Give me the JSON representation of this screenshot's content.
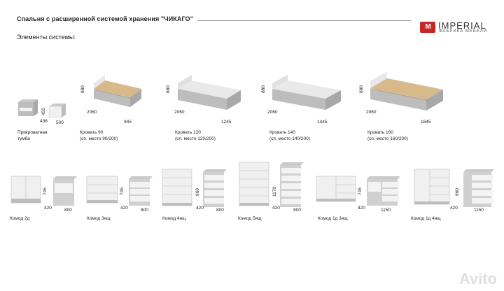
{
  "header": {
    "title": "Спальня с расширенной системой хранения \"ЧИКАГО\"",
    "subtitle": "Элементы системы:"
  },
  "logo": {
    "mark": "M",
    "name": "IMPERIAL",
    "sub": "ФАБРИКА МЕБЕЛИ"
  },
  "watermark": "Avito",
  "colors": {
    "concrete": "#b9b9b9",
    "white": "#f2f2f2",
    "wood": "#d8b98a",
    "brand": "#c62828"
  },
  "beds": [
    {
      "name": "Кровать 90",
      "place": "(сп. место 90/200)",
      "h": "880",
      "l": "2060",
      "w": "945"
    },
    {
      "name": "Кровать 120",
      "place": "(сп. место 120/200)",
      "h": "880",
      "l": "2060",
      "w": "1245"
    },
    {
      "name": "Кровать 140",
      "place": "(сп. место 140/200)",
      "h": "880",
      "l": "2060",
      "w": "1445"
    },
    {
      "name": "Кровать 160",
      "place": "(сп. место 160/200)",
      "h": "880",
      "l": "2060",
      "w": "1645"
    }
  ],
  "nightstand": {
    "name": "Прикроватная",
    "name2": "тумба",
    "h": "455",
    "d": "436",
    "w": "500"
  },
  "dressers": [
    {
      "name": "Комод 2д",
      "h": "745",
      "d": "420",
      "w": "800"
    },
    {
      "name": "Комод 3ящ",
      "h": "745",
      "d": "420",
      "w": "800"
    },
    {
      "name": "Комод 4ящ",
      "h": "960",
      "d": "420",
      "w": "800"
    },
    {
      "name": "Комод 5ящ",
      "h": "1170",
      "d": "420",
      "w": "800"
    },
    {
      "name": "Комод 1д 3ящ",
      "h": "745",
      "d": "420",
      "w": "1150"
    },
    {
      "name": "Комод 1д 4ящ",
      "h": "960",
      "d": "420",
      "w": "1150"
    }
  ]
}
